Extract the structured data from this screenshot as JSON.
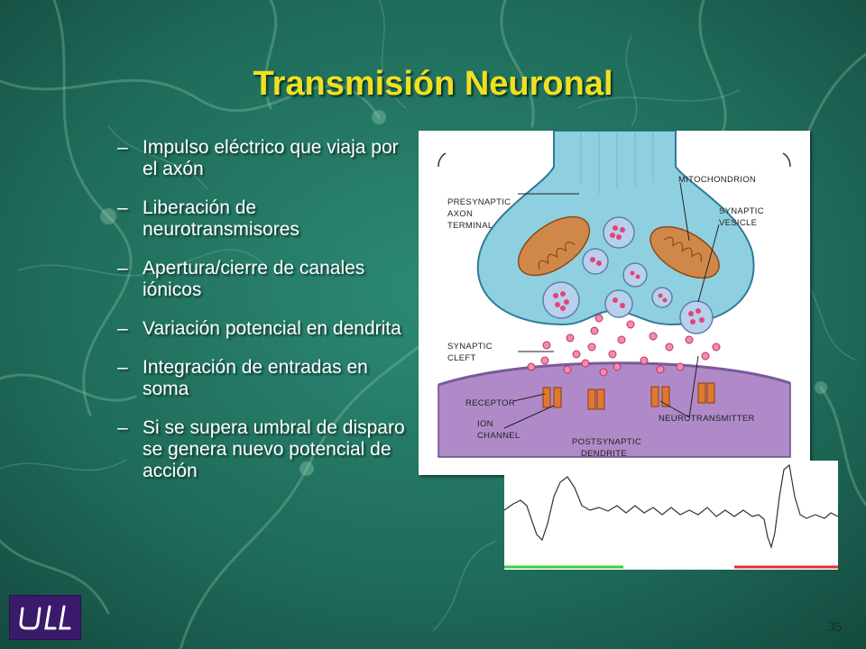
{
  "slide": {
    "title": "Transmisión Neuronal",
    "page_number": "35",
    "bullet_marker": "–",
    "bullets": [
      "Impulso eléctrico que viaja por el axón",
      "Liberación de neurotransmisores",
      "Apertura/cierre de canales iónicos",
      "Variación potencial en dendrita",
      "Integración de entradas en soma",
      "Si se supera umbral de disparo se genera nuevo potencial de acción"
    ]
  },
  "figure": {
    "labels": {
      "presynaptic": "PRESYNAPTIC",
      "axon": "AXON",
      "terminal": "TERMINAL",
      "mitochondrion": "MITOCHONDRION",
      "synaptic_vesicle_1": "SYNAPTIC",
      "synaptic_vesicle_2": "VESICLE",
      "synaptic_cleft_1": "SYNAPTIC",
      "synaptic_cleft_2": "CLEFT",
      "receptor": "RECEPTOR",
      "ion_channel_1": "ION",
      "ion_channel_2": "CHANNEL",
      "neurotransmitter": "NEUROTRANSMITTER",
      "postsynaptic_1": "POSTSYNAPTIC",
      "postsynaptic_2": "DENDRITE"
    }
  },
  "logo": {
    "text": "ULL"
  },
  "colors": {
    "background": "#1e6b5a",
    "title": "#f0e020",
    "bullet_text": "#ffffff",
    "terminal_fill": "#8fd0e0",
    "dendrite_fill": "#b08ac8",
    "neurotransmitter": "#e0457a",
    "channel": "#e07830",
    "trace_green": "#3ccf3c",
    "trace_red": "#e03030"
  }
}
